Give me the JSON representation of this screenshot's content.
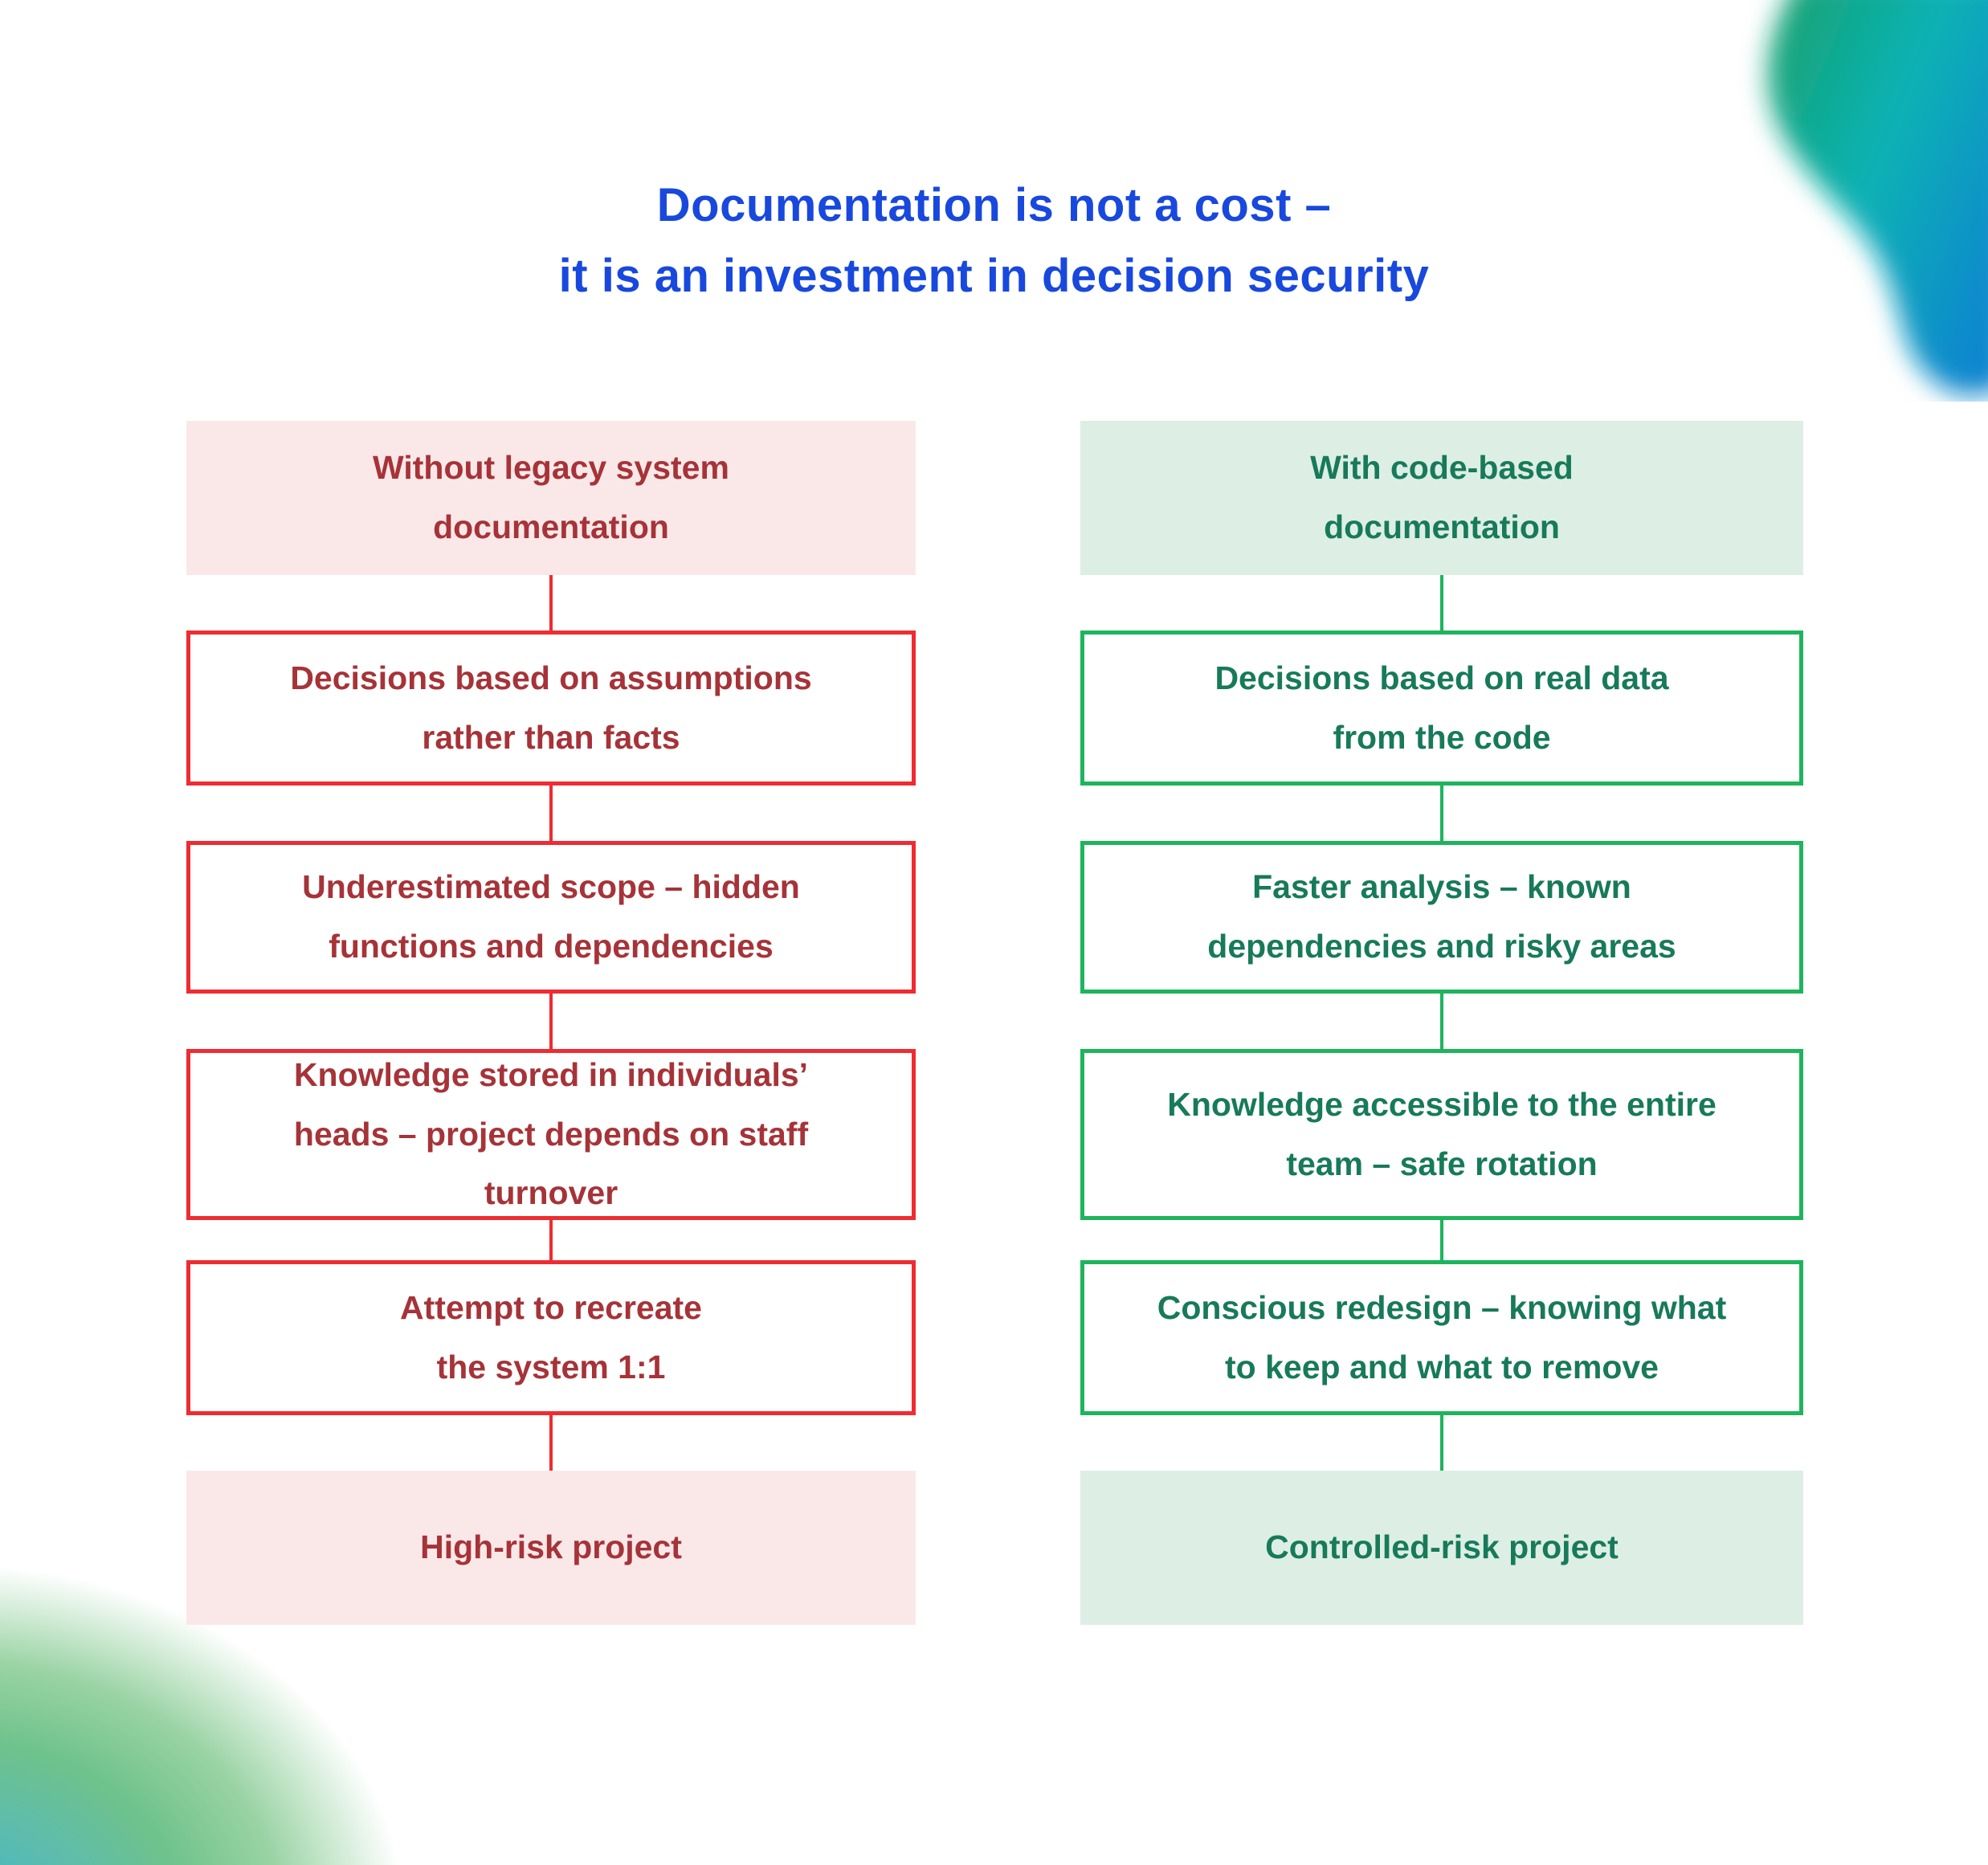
{
  "title": {
    "text": "Documentation is not a cost –\nit is an investment in decision security",
    "color": "#1848dd"
  },
  "columns": [
    {
      "id": "without-documentation",
      "theme": "negative",
      "colors": {
        "border": "#ee2c31",
        "text": "#a63338",
        "fill": "#fae8e9"
      },
      "header": "Without legacy system\ndocumentation",
      "steps": [
        "Decisions based on assumptions\nrather than facts",
        "Underestimated scope – hidden\nfunctions and dependencies",
        "Knowledge stored in individuals’\nheads – project depends on staff\nturnover",
        "Attempt to recreate\nthe system 1:1"
      ],
      "outcome": "High-risk project"
    },
    {
      "id": "with-code-based-documentation",
      "theme": "positive",
      "colors": {
        "border": "#1eb45c",
        "text": "#177a5a",
        "fill": "#ddeee5"
      },
      "header": "With code-based\ndocumentation",
      "steps": [
        "Decisions based on real data\nfrom the code",
        "Faster analysis – known\ndependencies and risky areas",
        "Knowledge accessible to the entire\nteam – safe rotation",
        "Conscious redesign – knowing what\nto keep and what to remove"
      ],
      "outcome": "Controlled-risk project"
    }
  ],
  "decorations": {
    "corner_gradient_colors": [
      "#13a06a",
      "#10b2b4",
      "#0c86cf"
    ],
    "bottom_left_gradient_colors": [
      "#3cb7c8",
      "#6ec28b",
      "#9ad3a4"
    ]
  }
}
